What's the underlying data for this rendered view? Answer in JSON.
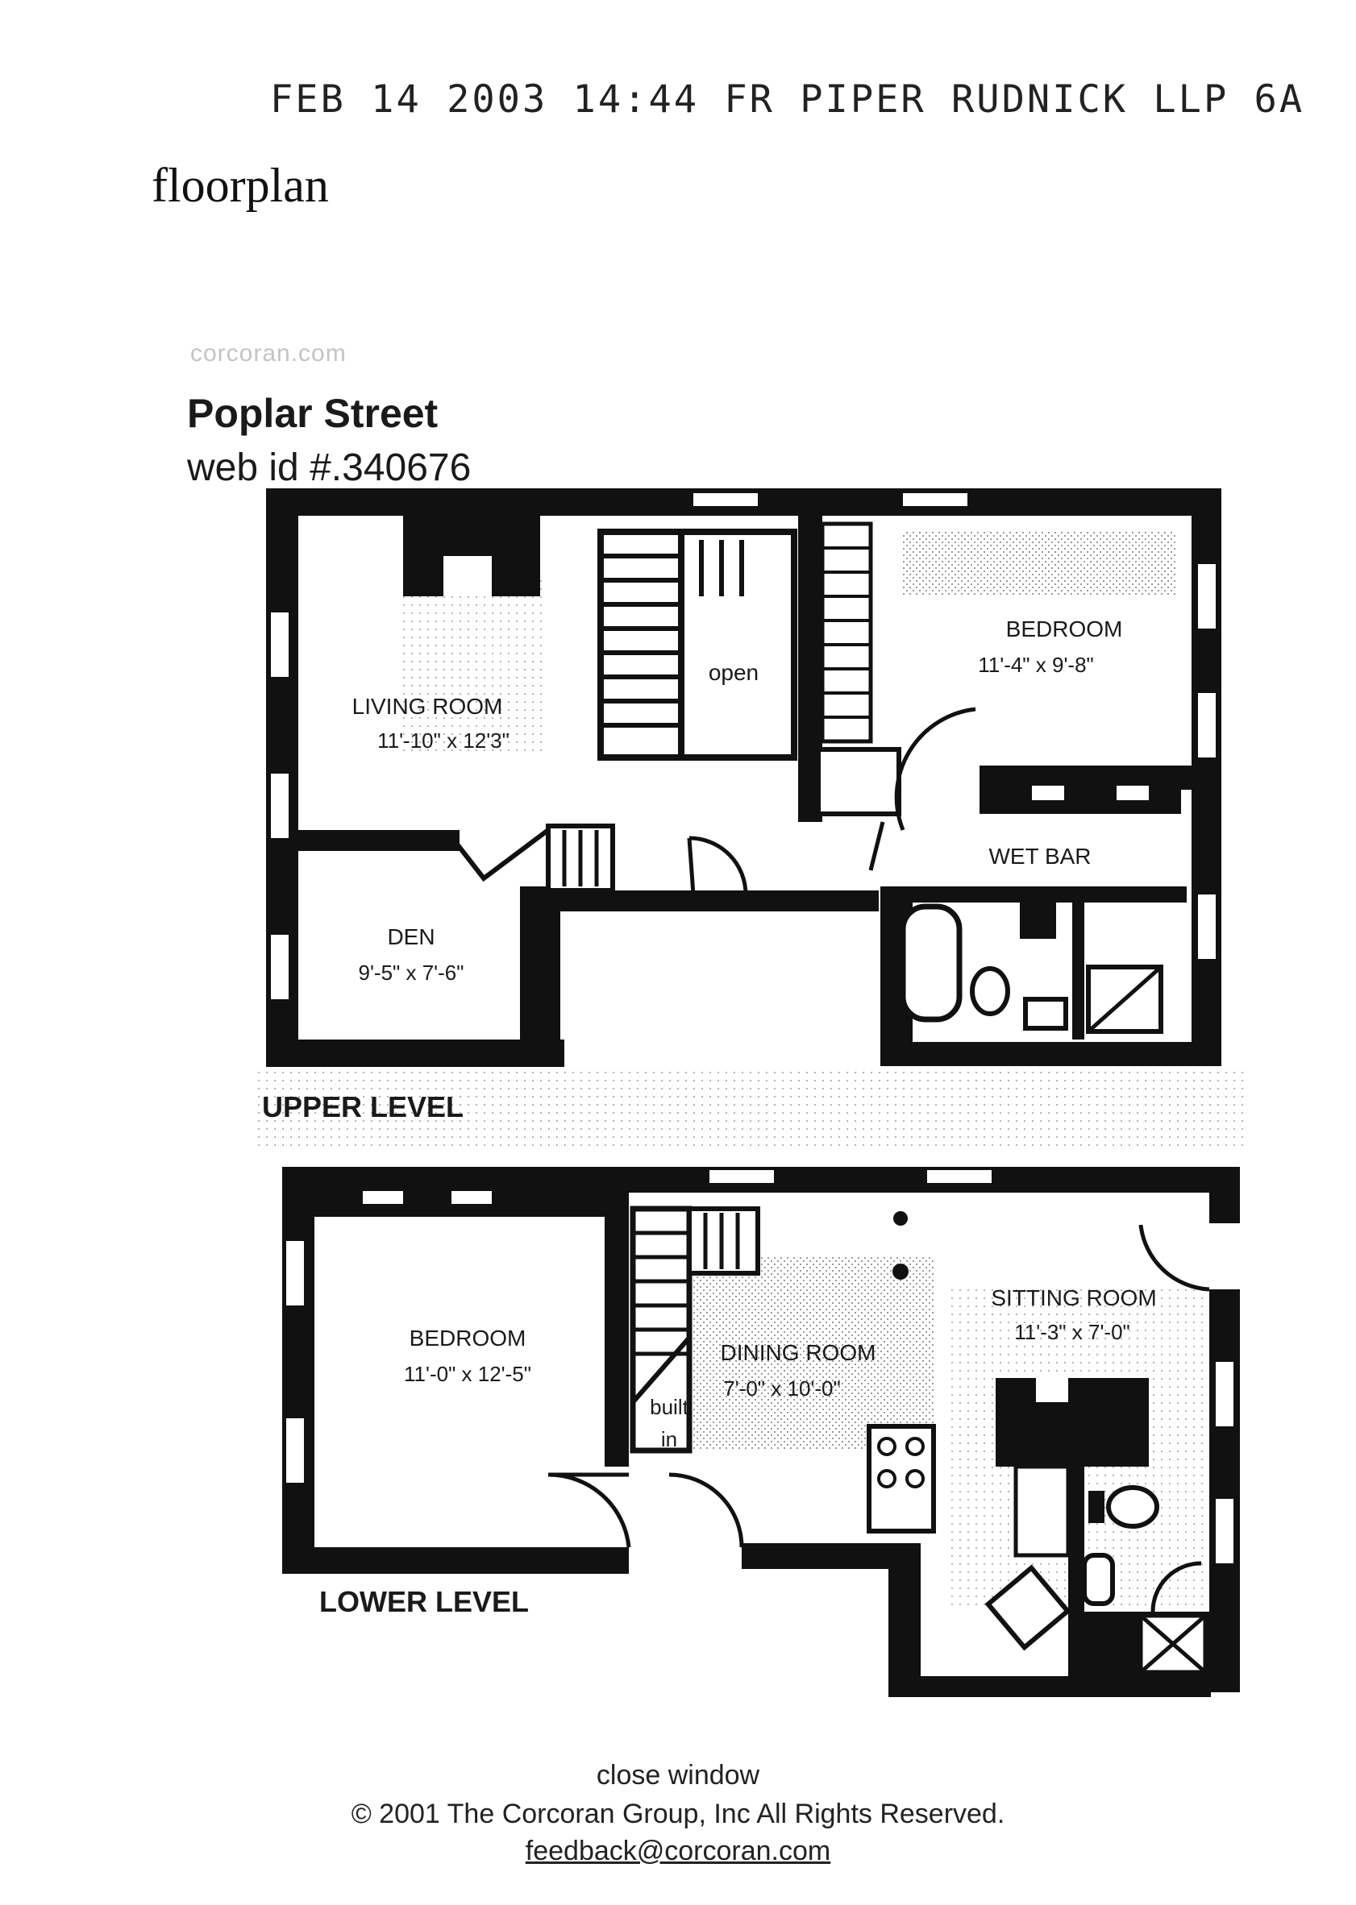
{
  "fax_header": "FEB 14 2003 14:44 FR PIPER RUDNICK LLP 6A",
  "page_title": "floorplan",
  "faint_label": "corcoran.com",
  "listing": {
    "name": "Poplar Street",
    "web_id": "web id #.340676"
  },
  "rooms": {
    "living_room": {
      "label": "LIVING ROOM",
      "dims": "11'-10\" x 12'3\""
    },
    "open": {
      "label": "open"
    },
    "bedroom_upper": {
      "label": "BEDROOM",
      "dims": "11'-4\" x 9'-8\""
    },
    "wet_bar": {
      "label": "WET BAR"
    },
    "den": {
      "label": "DEN",
      "dims": "9'-5\" x 7'-6\""
    },
    "bedroom_lower": {
      "label": "BEDROOM",
      "dims": "11'-0\" x 12'-5\""
    },
    "dining_room": {
      "label": "DINING ROOM",
      "dims": "7'-0\" x 10'-0\""
    },
    "sitting_room": {
      "label": "SITTING ROOM",
      "dims": "11'-3\" x 7'-0\""
    },
    "built_in": {
      "line1": "built",
      "line2": "in"
    }
  },
  "levels": {
    "upper": "UPPER LEVEL",
    "lower": "LOWER LEVEL"
  },
  "footer": {
    "close_window": "close window",
    "copyright": "© 2001 The Corcoran Group, Inc  All Rights Reserved.",
    "feedback": "feedback@corcoran.com"
  }
}
